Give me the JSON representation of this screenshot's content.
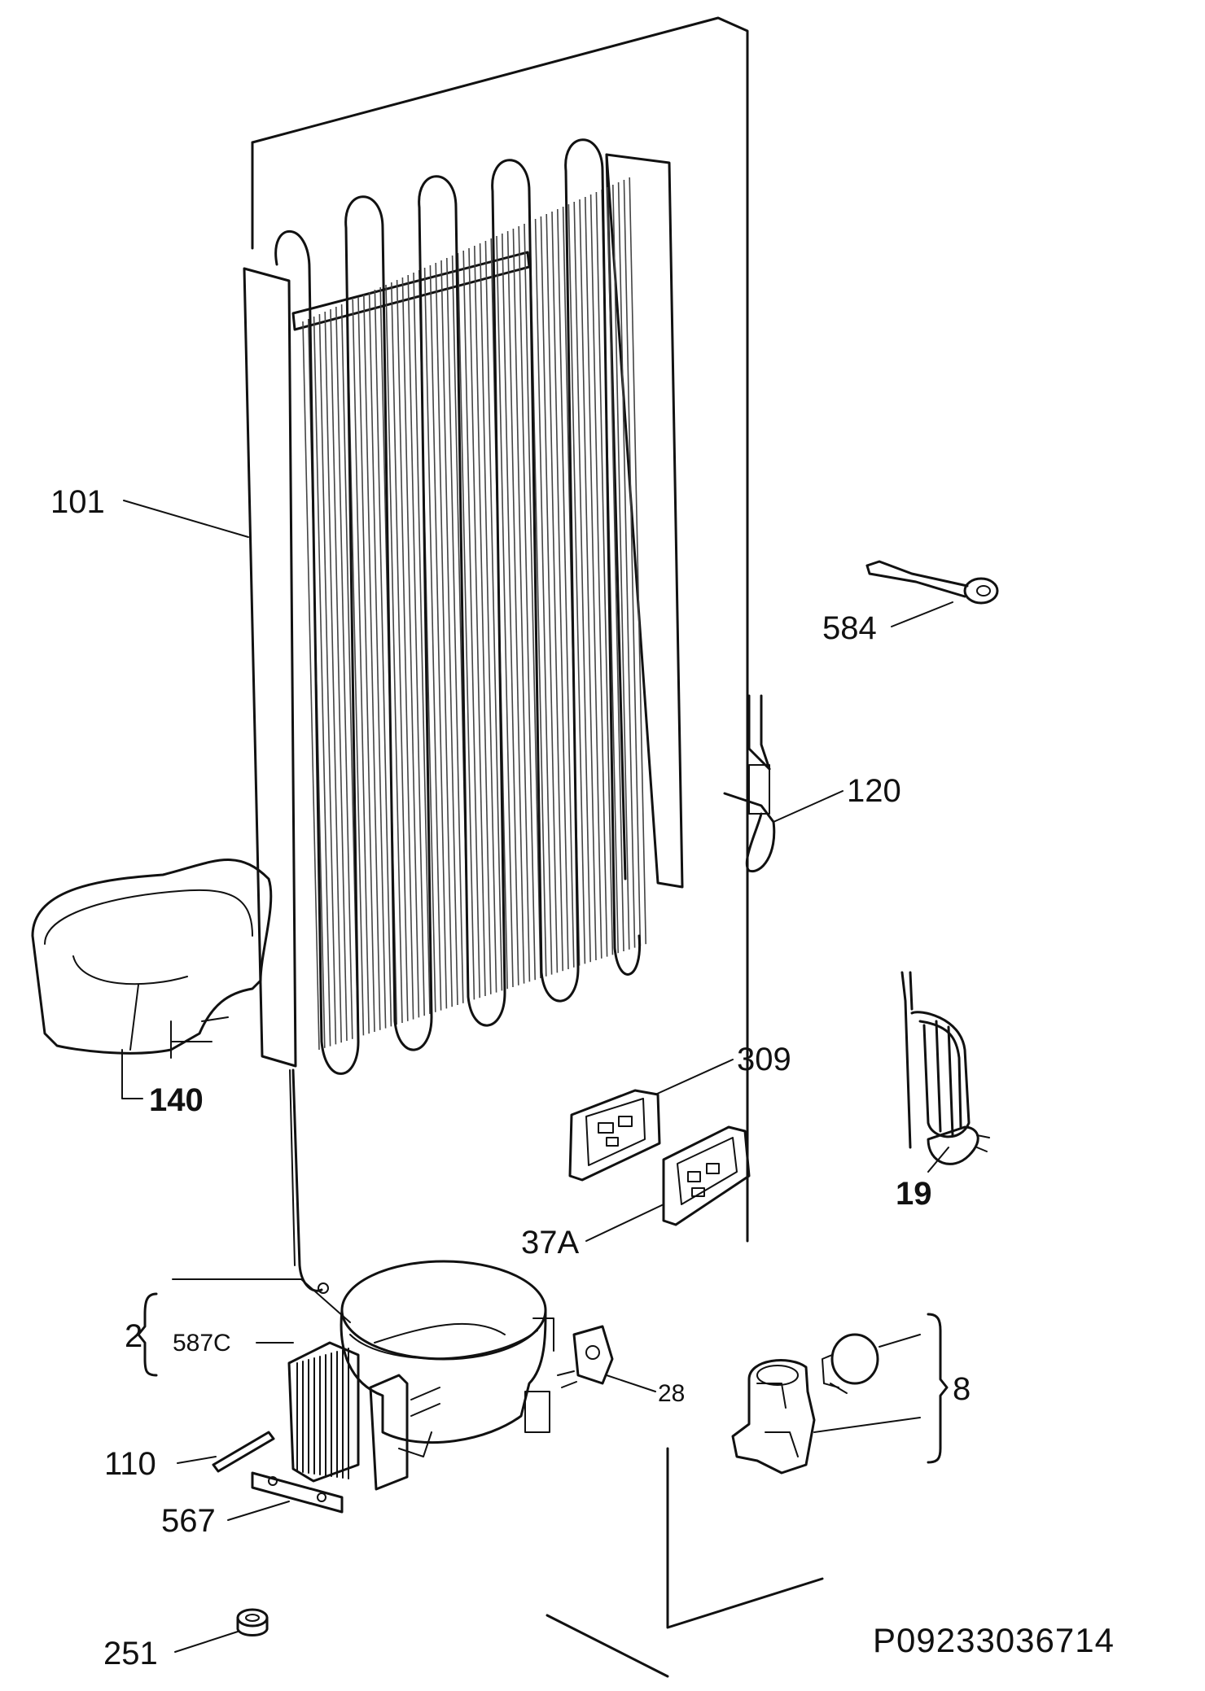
{
  "diagram": {
    "drawing_code": "P09233036714",
    "callouts": {
      "condenser": "101",
      "tray": "140",
      "relay_bracket": "584",
      "sensor_clip": "120",
      "module_upper": "309",
      "module_lower": "37A",
      "power_cord": "19",
      "compressor_group": "2",
      "compressor_part": "587C",
      "pin": "110",
      "plate": "567",
      "grommet": "251",
      "bracket": "28",
      "starter_group": "8"
    }
  }
}
